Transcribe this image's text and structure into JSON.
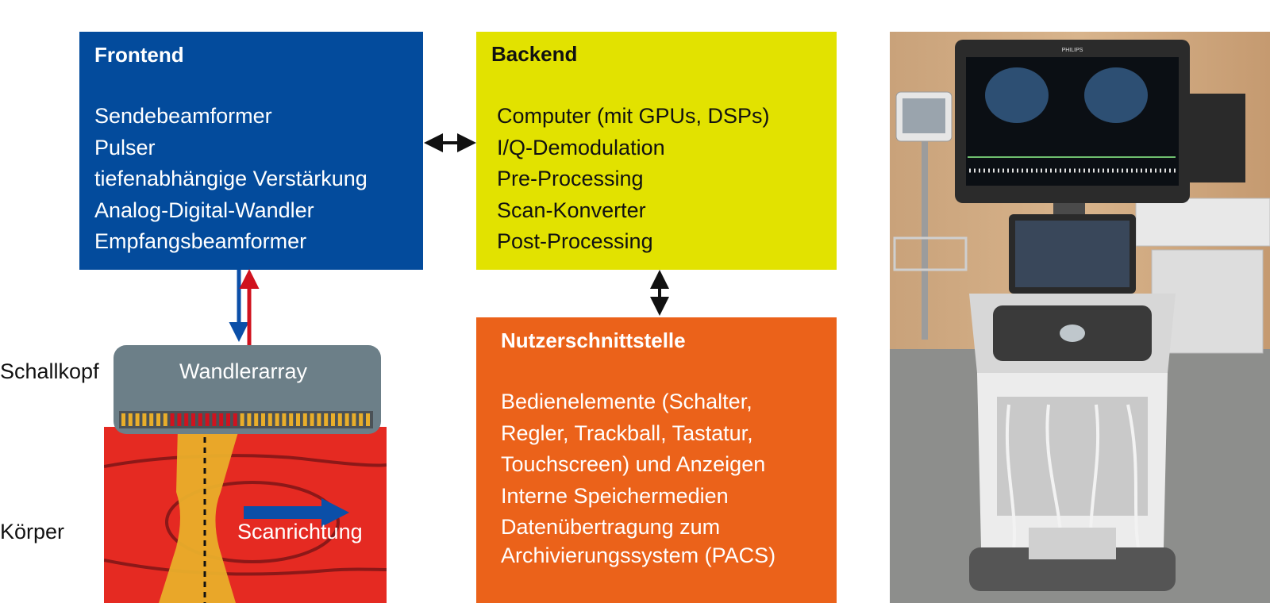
{
  "frontend": {
    "title": "Frontend",
    "items": [
      "Sendebeamformer",
      "Pulser",
      "tiefenabhängige Verstärkung",
      "Analog-Digital-Wandler",
      "Empfangsbeamformer"
    ]
  },
  "backend": {
    "title": "Backend",
    "items": [
      "Computer (mit GPUs, DSPs)",
      "I/Q-Demodulation",
      "Pre-Processing",
      "Scan-Konverter",
      "Post-Processing"
    ]
  },
  "ui": {
    "title": "Nutzerschnittstelle",
    "items": [
      "Bedienelemente (Schalter,",
      "Regler, Trackball, Tastatur,",
      "Touchscreen) und Anzeigen",
      "Interne Speichermedien",
      "Datenübertragung zum",
      "Archivierungssystem (PACS)"
    ]
  },
  "probe": {
    "head_label": "Schallkopf",
    "array_label": "Wandlerarray",
    "body_label": "Körper",
    "scan_label": "Scanrichtung"
  },
  "photo": {
    "brand": "PHILIPS"
  },
  "colors": {
    "frontend": "#034b9c",
    "backend": "#e2e200",
    "ui": "#eb621a",
    "probe": "#6c7f88",
    "body": "#e52a22",
    "beam": "#e9ae2a",
    "tx_arrow": "#0b4fa8",
    "rx_arrow": "#d0121e"
  }
}
